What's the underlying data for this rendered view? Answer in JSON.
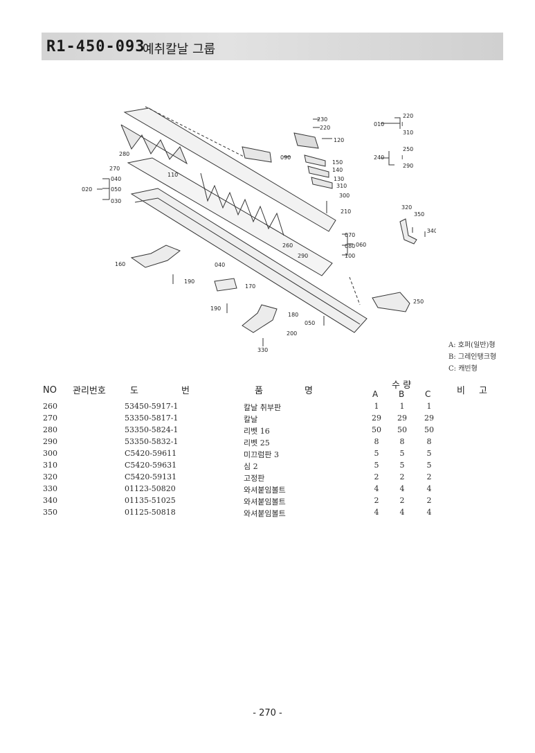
{
  "header": {
    "code": "R1-450-093",
    "title": "예취칼날 그룹"
  },
  "diagram_labels": {
    "l010": "010",
    "l220": "220",
    "l310": "310",
    "l240": "240",
    "l250": "250",
    "l290": "290",
    "l230": "230",
    "l220b": "220",
    "l120": "120",
    "l090": "090",
    "l150": "150",
    "l140": "140",
    "l130": "130",
    "l310b": "310",
    "l300": "300",
    "l210": "210",
    "l280": "280",
    "l110": "110",
    "l270": "270",
    "l040": "040",
    "l020": "020",
    "l050": "050",
    "l030": "030",
    "l320": "320",
    "l350": "350",
    "l340": "340",
    "l070": "070",
    "l080": "080",
    "l060": "060",
    "l100": "100",
    "l260": "260",
    "l290b": "290",
    "l160": "160",
    "l040b": "040",
    "l190": "190",
    "l170": "170",
    "l190b": "190",
    "l180": "180",
    "l050b": "050",
    "l200": "200",
    "l330": "330",
    "l250b": "250",
    "dash": "I",
    "dash2": "I"
  },
  "legend": {
    "a": "A: 호퍼(일반)형",
    "b": "B: 그레인탱크형",
    "c": "C: 캐빈형"
  },
  "table": {
    "headers": {
      "no": "NO",
      "mgmt": "관리번호",
      "do": "도",
      "beon": "번",
      "pum": "품",
      "myeong": "명",
      "qty": "수 량",
      "a": "A",
      "b": "B",
      "c": "C",
      "bi": "비",
      "go": "고"
    },
    "rows": [
      {
        "no": "260",
        "dwg": "53450-5917-1",
        "name": "칼날 취부판",
        "a": "1",
        "b": "1",
        "c": "1"
      },
      {
        "no": "270",
        "dwg": "53350-5817-1",
        "name": "칼날",
        "a": "29",
        "b": "29",
        "c": "29"
      },
      {
        "no": "280",
        "dwg": "53350-5824-1",
        "name": "리벳 16",
        "a": "50",
        "b": "50",
        "c": "50"
      },
      {
        "no": "290",
        "dwg": "53350-5832-1",
        "name": "리벳 25",
        "a": "8",
        "b": "8",
        "c": "8"
      },
      {
        "no": "300",
        "dwg": "C5420-59611",
        "name": "미끄럼판 3",
        "a": "5",
        "b": "5",
        "c": "5"
      },
      {
        "no": "310",
        "dwg": "C5420-59631",
        "name": "심 2",
        "a": "5",
        "b": "5",
        "c": "5"
      },
      {
        "no": "320",
        "dwg": "C5420-59131",
        "name": "고정판",
        "a": "2",
        "b": "2",
        "c": "2"
      },
      {
        "no": "330",
        "dwg": "01123-50820",
        "name": "와셔붙임볼트",
        "a": "4",
        "b": "4",
        "c": "4"
      },
      {
        "no": "340",
        "dwg": "01135-51025",
        "name": "와셔붙임볼트",
        "a": "2",
        "b": "2",
        "c": "2"
      },
      {
        "no": "350",
        "dwg": "01125-50818",
        "name": "와셔붙임볼트",
        "a": "4",
        "b": "4",
        "c": "4"
      }
    ]
  },
  "page_number": "- 270 -"
}
